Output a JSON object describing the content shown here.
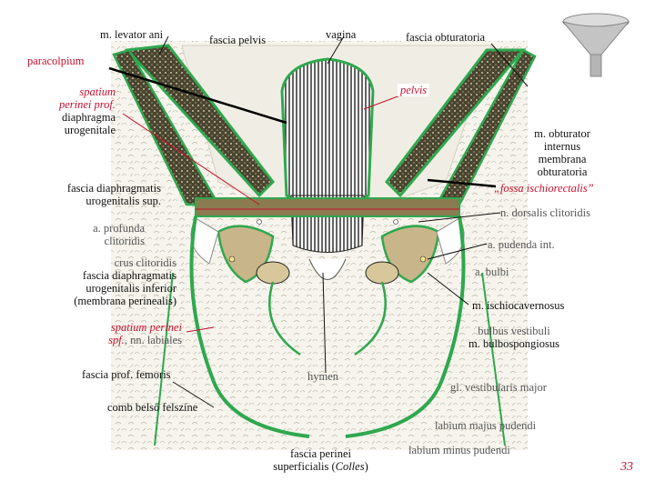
{
  "labels": {
    "levator": "m. levator ani",
    "fascia_pelvis": "fascia pelvis",
    "vagina": "vagina",
    "fascia_obturatoria": "fascia obturatoria",
    "paracolpium": "paracolpium",
    "spatium_prof_1": "spatium",
    "spatium_prof_2": "perinei prof.",
    "diaphragma_1": "diaphragma",
    "diaphragma_2": "urogenitale",
    "pelvis": "pelvis",
    "obturator_1": "m. obturator",
    "obturator_2": "internus",
    "membrana_1": "membrana",
    "membrana_2": "obturatoria",
    "fossa": "„fossa ischiorectalis”",
    "fascia_diaph_sup_1": "fascia diaphragmatis",
    "fascia_diaph_sup_2": "urogenitalis sup.",
    "n_dorsalis": "n. dorsalis clitoridis",
    "a_profunda_1": "a. profunda",
    "a_profunda_2": "clitoridis",
    "a_pudenda": "a. pudenda int.",
    "crus": "crus clitoridis",
    "fascia_inf_1": "fascia diaphragmatis",
    "fascia_inf_2": "urogenitalis inferior",
    "fascia_inf_3": "(membrana perinealis)",
    "a_bulbi": "a. bulbi",
    "ischiocav": "m. ischiocavernosus",
    "spatium_spf_1": "spatium perinei",
    "spatium_spf_2a": "spf.",
    "spatium_spf_2b": ", nn. labiales",
    "bulbus_1": "bulbus vestibuli",
    "bulbus_2": "m. bulbospongiosus",
    "fascia_femoris": "fascia prof. femoris",
    "hymen": "hymen",
    "gl_vest": "gl. vestibularis major",
    "comb": "comb belső felszíne",
    "labium_majus": "labium majus pudendi",
    "labium_minus": "labium minus pudendi",
    "fascia_perinei_1": "fascia perinei",
    "fascia_perinei_2a": "superficialis (",
    "fascia_perinei_2b": "Colles",
    "fascia_perinei_2c": ")",
    "page_number": "33"
  },
  "icons": {
    "funnel": "funnel-icon"
  },
  "colors": {
    "label_red": "#c8102e",
    "fascia_green": "#2fa84f",
    "muscle_olive": "#4a4530",
    "fat_bg": "#f4f1e6"
  }
}
